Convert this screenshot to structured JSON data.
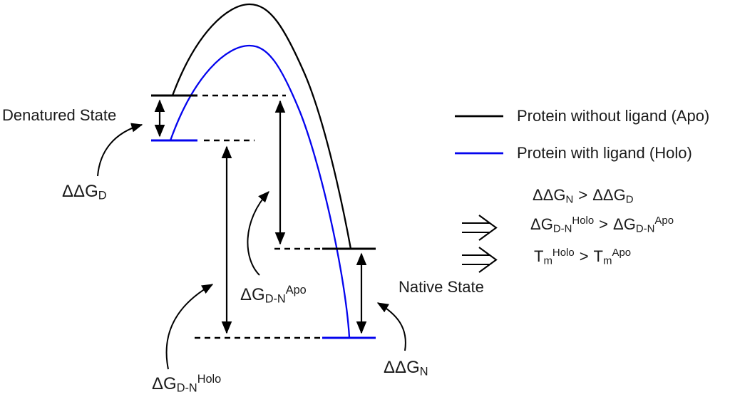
{
  "colors": {
    "apo": "#000000",
    "holo": "#0404ee",
    "ink": "#1a1a1a"
  },
  "labels": {
    "denatured_state": "Denatured State",
    "native_state": "Native State",
    "ddg_d": {
      "base": "ΔΔG",
      "sub": "D"
    },
    "ddg_n": {
      "base": "ΔΔG",
      "sub": "N"
    },
    "dg_dn_apo": {
      "base": "ΔG",
      "sub": "D-N",
      "sup": "Apo"
    },
    "dg_dn_holo": {
      "base": "ΔG",
      "sub": "D-N",
      "sup": "Holo"
    }
  },
  "legend": {
    "apo": "Protein without ligand (Apo)",
    "holo": "Protein with ligand (Holo)"
  },
  "equations": {
    "rows": [
      {
        "lhs": {
          "base": "ΔΔG",
          "sub": "N",
          "sup": ""
        },
        "op": ">",
        "rhs": {
          "base": "ΔΔG",
          "sub": "D",
          "sup": ""
        }
      },
      {
        "lhs": {
          "base": "ΔG",
          "sub": "D-N",
          "sup": "Holo"
        },
        "op": ">",
        "rhs": {
          "base": "ΔG",
          "sub": "D-N",
          "sup": "Apo"
        }
      },
      {
        "lhs": {
          "base": "T",
          "sub": "m",
          "sup": "Holo"
        },
        "op": ">",
        "rhs": {
          "base": "T",
          "sub": "m",
          "sup": "Apo"
        }
      }
    ]
  }
}
